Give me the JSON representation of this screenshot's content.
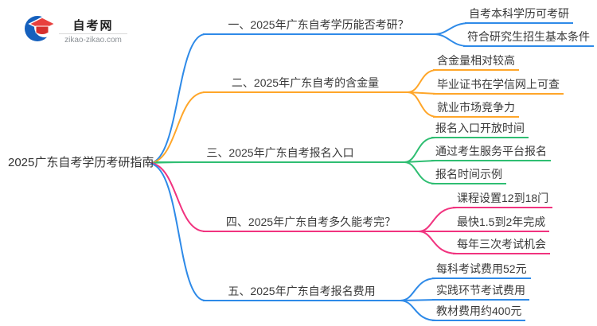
{
  "logo": {
    "name": "自考网",
    "domain": "zikao-zikao.com"
  },
  "root": "2025广东自考学历考研指南",
  "branches": [
    {
      "label": "一、2025年广东自考学历能否考研？",
      "color": "#2e8ae8",
      "children": [
        "自考本科学历可考研",
        "符合研究生招生基本条件"
      ]
    },
    {
      "label": "二、2025年广东自考的含金量",
      "color": "#ffa629",
      "children": [
        "含金量相对较高",
        "毕业证书在学信网上可查",
        "就业市场竞争力"
      ]
    },
    {
      "label": "三、2025年广东自考报名入口",
      "color": "#2fbe72",
      "children": [
        "报名入口开放时间",
        "通过考生服务平台报名",
        "报名时间示例"
      ]
    },
    {
      "label": "四、2025年广东自考多久能考完？",
      "color": "#f1337f",
      "children": [
        "课程设置12到18门",
        "最快1.5到2年完成",
        "每年三次考试机会"
      ]
    },
    {
      "label": "五、2025年广东自考报名费用",
      "color": "#2e8ae8",
      "children": [
        "每科考试费用52元",
        "实践环节考试费用",
        "教材费用约400元"
      ]
    }
  ]
}
